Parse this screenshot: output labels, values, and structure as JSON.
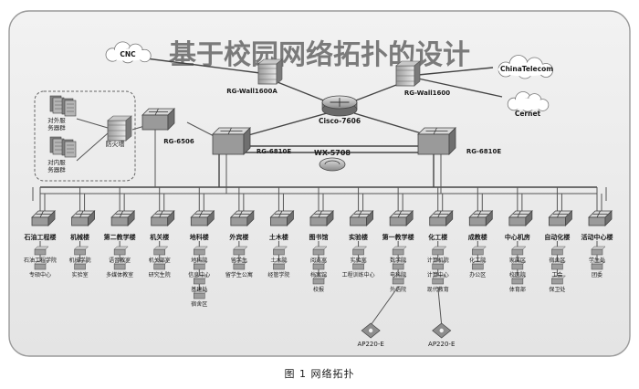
{
  "caption": "图 1  网络拓扑",
  "watermark": "基于校园网络拓扑的设计",
  "clouds": [
    {
      "id": "cnc",
      "label": "CNC"
    },
    {
      "id": "telecom",
      "label": "ChinaTelecom"
    },
    {
      "id": "cernet",
      "label": "Cernet"
    }
  ],
  "core": {
    "router": "Cisco-7606",
    "firewall_left": "RG-Wall1600A",
    "firewall_right": "RG-Wall1600",
    "switch_left": "RG-6810E",
    "switch_right": "RG-6810E",
    "switch_aux": "RG-6506",
    "vx_label": "WX-5708"
  },
  "server_zone": {
    "external": "对外服务器群",
    "internal": "对内服务器群",
    "firewall": "防火墙"
  },
  "buildings": [
    {
      "name": "石油工程楼",
      "subs": [
        "石油工程学院",
        "专硕中心"
      ]
    },
    {
      "name": "机械楼",
      "subs": [
        "机械学院",
        "实验室"
      ]
    },
    {
      "name": "第二教学楼",
      "subs": [
        "语音教室",
        "多媒体教室"
      ]
    },
    {
      "name": "机关楼",
      "subs": [
        "机关部室",
        "研究生院"
      ]
    },
    {
      "name": "地科楼",
      "subs": [
        "地科院",
        "信息中心",
        "基建处",
        "宿舍区"
      ]
    },
    {
      "name": "外宾楼",
      "subs": [
        "留学生",
        "留学生公寓"
      ]
    },
    {
      "name": "土木楼",
      "subs": [
        "土木院",
        "经管学院"
      ]
    },
    {
      "name": "图书馆",
      "subs": [
        "阅览室",
        "档案馆",
        "校报"
      ]
    },
    {
      "name": "实验楼",
      "subs": [
        "实验室",
        "工程训练中心"
      ]
    },
    {
      "name": "第一教学楼",
      "subs": [
        "数学院",
        "电科院",
        "外语院"
      ]
    },
    {
      "name": "化工楼",
      "subs": [
        "计算机院",
        "计算中心",
        "现代教育"
      ]
    },
    {
      "name": "成教楼",
      "subs": [
        "化工院",
        "办公区"
      ]
    },
    {
      "name": "中心机房",
      "subs": [
        "家属区",
        "校医院",
        "体育部"
      ]
    },
    {
      "name": "自动化楼",
      "subs": [
        "宿舍区",
        "工会",
        "保卫处"
      ]
    },
    {
      "name": "活动中心楼",
      "subs": [
        "学生处",
        "团委"
      ]
    }
  ],
  "access_points": [
    "AP220-E",
    "AP220-E"
  ]
}
